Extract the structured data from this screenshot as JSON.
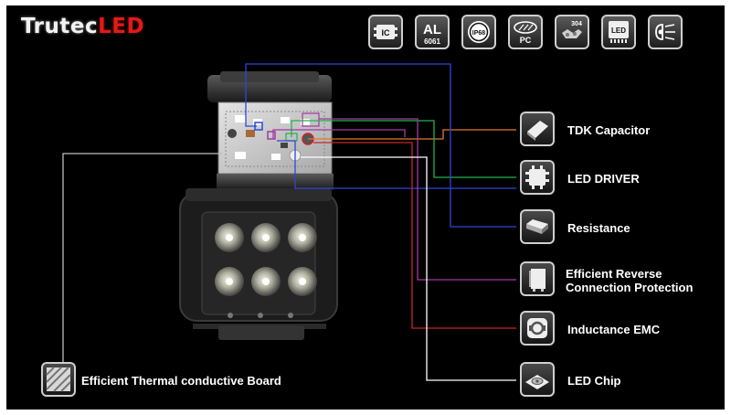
{
  "brand": {
    "word": "Trutec",
    "accent": "LED"
  },
  "feature_icons": [
    {
      "name": "ic-chip-icon",
      "text": "IC"
    },
    {
      "name": "aluminum-6061-icon",
      "text": "AL",
      "subtext": "6061"
    },
    {
      "name": "ip68-icon",
      "text": "IP68"
    },
    {
      "name": "pc-lens-icon",
      "text": "PC"
    },
    {
      "name": "stainless-304-icon",
      "text": "304"
    },
    {
      "name": "led-icon",
      "text": "LED"
    },
    {
      "name": "beam-lamp-icon",
      "text": ""
    }
  ],
  "components": [
    {
      "name": "tdk-capacitor",
      "label": "TDK Capacitor"
    },
    {
      "name": "led-driver",
      "label": "LED DRIVER"
    },
    {
      "name": "resistance",
      "label": "Resistance"
    },
    {
      "name": "reverse-protection",
      "label": "Efficient Reverse Connection Protection"
    },
    {
      "name": "inductance-emc",
      "label": "Inductance EMC"
    },
    {
      "name": "led-chip",
      "label": "LED Chip"
    }
  ],
  "board": {
    "label": "Efficient Thermal conductive Board"
  },
  "colors": {
    "background": "#000000",
    "accent_red": "#e11a1a",
    "line_orange": "#e07a2a",
    "line_green": "#22b24c",
    "line_blue": "#2f46d8",
    "line_purple": "#a33aa3",
    "line_red": "#c8242a",
    "line_white": "#ffffff",
    "line_gray": "#bdbdbd"
  }
}
